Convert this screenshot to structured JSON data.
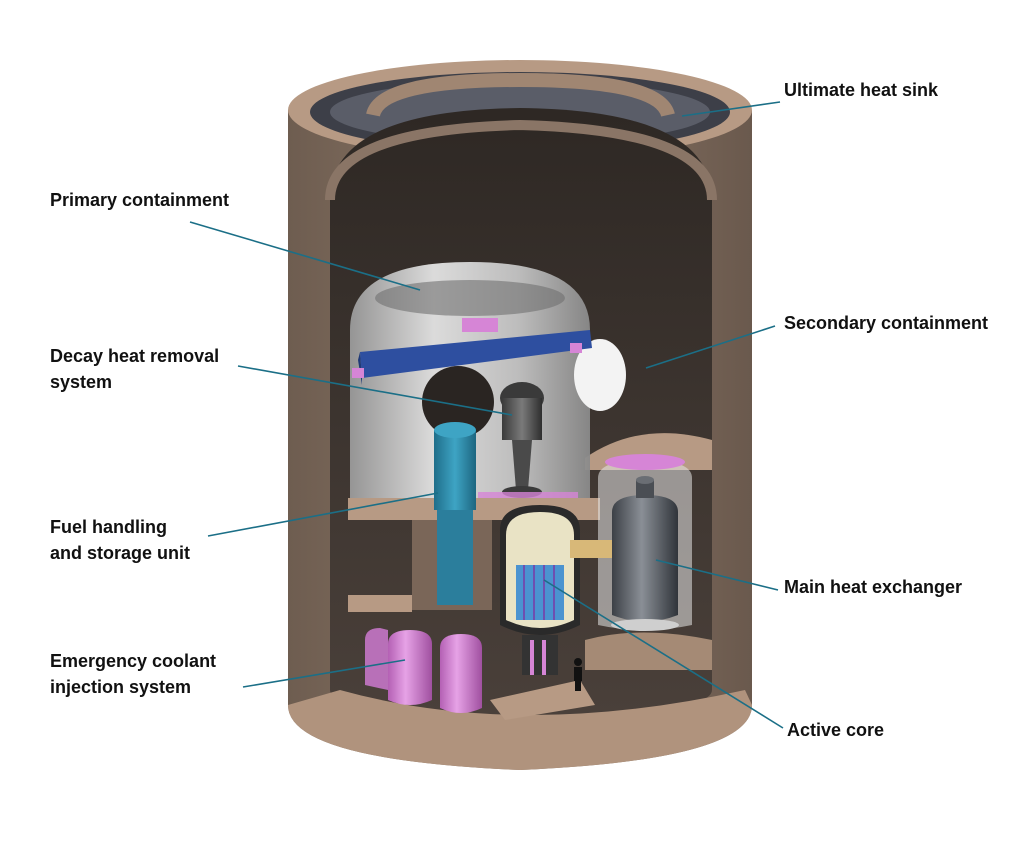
{
  "labels": {
    "ultimate_heat_sink": "Ultimate heat sink",
    "primary_containment": "Primary containment",
    "secondary_containment": "Secondary containment",
    "decay_heat_removal_line1": "Decay heat removal",
    "decay_heat_removal_line2": "system",
    "fuel_handling_line1": "Fuel handling",
    "fuel_handling_line2": "and storage unit",
    "main_heat_exchanger": "Main heat exchanger",
    "emergency_coolant_line1": "Emergency coolant",
    "emergency_coolant_line2": "injection system",
    "active_core": "Active core"
  },
  "colors": {
    "concrete": "#8a7566",
    "concrete_top": "#c9a890",
    "interior": "#3a332e",
    "containment_steel": "#d0d0d0",
    "crane_blue": "#2e4fa0",
    "fuel_unit_teal": "#2b8aa8",
    "tank_pink": "#d685d6",
    "heat_exchanger": "#555a60",
    "leader_line": "#1b6f87"
  }
}
